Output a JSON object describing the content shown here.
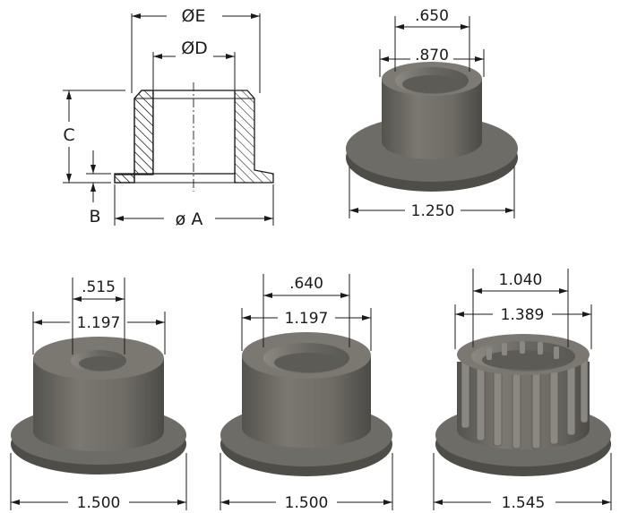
{
  "section_view": {
    "labels": {
      "dia_e": "ØE",
      "dia_d": "ØD",
      "height_c": "C",
      "flange_b": "B",
      "dia_a": "ø A"
    }
  },
  "bushings": [
    {
      "id": "top-right",
      "top_outer": ".870",
      "top_inner": ".650",
      "flange": "1.250"
    },
    {
      "id": "bottom-left",
      "top_outer": "1.197",
      "top_inner": ".515",
      "flange": "1.500"
    },
    {
      "id": "bottom-middle",
      "top_outer": "1.197",
      "top_inner": ".640",
      "flange": "1.500"
    },
    {
      "id": "bottom-right",
      "top_outer": "1.389",
      "top_inner": "1.040",
      "flange": "1.545"
    }
  ],
  "colors": {
    "body": "#6f6d66",
    "body_dark": "#4a4944",
    "body_light": "#8a8880",
    "hatch": "#1a1a1a"
  }
}
